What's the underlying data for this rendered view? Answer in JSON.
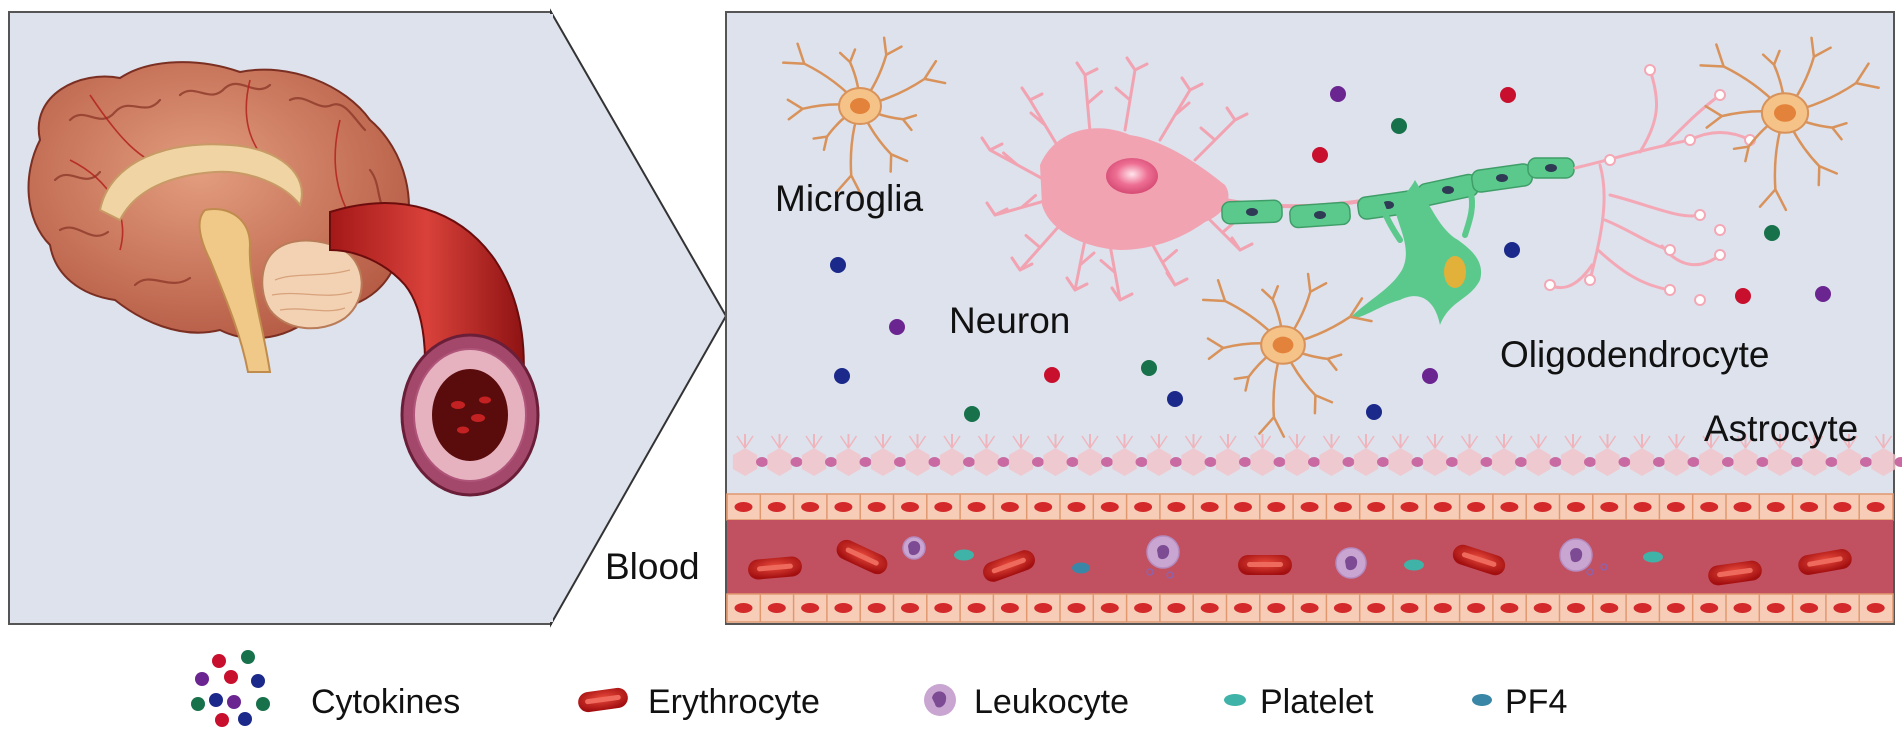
{
  "colors": {
    "panel_bg": "#dde2ed",
    "blood_vessel": "#c15161",
    "endothelium": "#f7cdb8",
    "erythrocyte": "#c41b1b",
    "leukocyte": "#c9a6d2",
    "platelet": "#3fb3a8",
    "pf4": "#3a86a6",
    "neuron": "#f2a3b2",
    "oligodendrocyte": "#5cc98c",
    "microglia_astrocyte": "#f5c287",
    "cytokine_red": "#c8102e",
    "cytokine_green": "#17714a",
    "cytokine_blue": "#1b2a8a",
    "cytokine_purple": "#6b2590"
  },
  "labels": {
    "microglia": "Microglia",
    "neuron": "Neuron",
    "oligodendrocyte": "Oligodendrocyte",
    "astrocyte": "Astrocyte",
    "blood": "Blood"
  },
  "legend": {
    "cytokines": "Cytokines",
    "erythrocyte": "Erythrocyte",
    "leukocyte": "Leukocyte",
    "platelet": "Platelet",
    "pf4": "PF4"
  }
}
